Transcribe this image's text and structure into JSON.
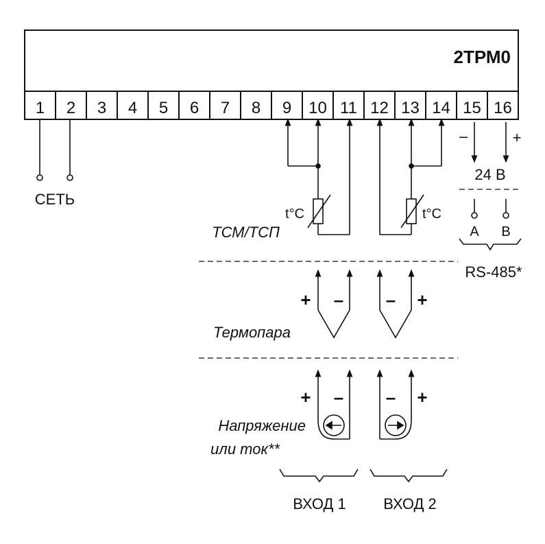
{
  "device": {
    "title": "2ТРМ0"
  },
  "terminals": [
    "1",
    "2",
    "3",
    "4",
    "5",
    "6",
    "7",
    "8",
    "9",
    "10",
    "11",
    "12",
    "13",
    "14",
    "15",
    "16"
  ],
  "power": {
    "label": "СЕТЬ"
  },
  "sensor_rtd": {
    "label": "ТСМ/ТСП",
    "temp_label_left": "t°C",
    "temp_label_right": "t°C"
  },
  "thermocouple": {
    "label": "Термопара"
  },
  "voltage": {
    "label_line1": "Напряжение",
    "label_line2": "или ток**"
  },
  "polarity": {
    "plus": "+",
    "minus": "–"
  },
  "supply": {
    "minus": "–",
    "plus": "+",
    "voltage": "24 В"
  },
  "rs485": {
    "a": "А",
    "b": "В",
    "label": "RS-485*"
  },
  "inputs": {
    "input1": "ВХОД 1",
    "input2": "ВХОД 2"
  }
}
